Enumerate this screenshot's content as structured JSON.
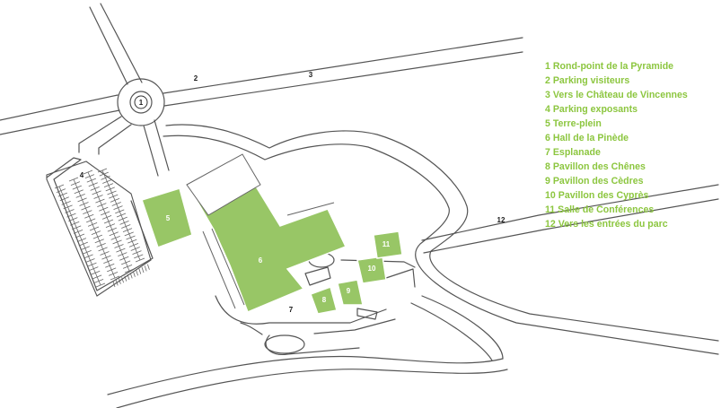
{
  "map": {
    "markers": [
      {
        "id": "1"
      },
      {
        "id": "2"
      },
      {
        "id": "3"
      },
      {
        "id": "4"
      },
      {
        "id": "5"
      },
      {
        "id": "6"
      },
      {
        "id": "7"
      },
      {
        "id": "8"
      },
      {
        "id": "9"
      },
      {
        "id": "10"
      },
      {
        "id": "11"
      },
      {
        "id": "12"
      }
    ]
  },
  "legend": {
    "items": [
      {
        "num": "1",
        "label": "Rond-point de la Pyramide"
      },
      {
        "num": "2",
        "label": "Parking visiteurs"
      },
      {
        "num": "3",
        "label": "Vers le Château de Vincennes"
      },
      {
        "num": "4",
        "label": "Parking exposants"
      },
      {
        "num": "5",
        "label": "Terre-plein"
      },
      {
        "num": "6",
        "label": "Hall de la Pinède"
      },
      {
        "num": "7",
        "label": "Esplanade"
      },
      {
        "num": "8",
        "label": "Pavillon des Chênes"
      },
      {
        "num": "9",
        "label": "Pavillon des Cèdres"
      },
      {
        "num": "10",
        "label": "Pavillon des Cyprès"
      },
      {
        "num": "11",
        "label": "Salle de Conférences"
      },
      {
        "num": "12",
        "label": "Vers les entrées du parc"
      }
    ]
  },
  "colors": {
    "green_area": "#98c666",
    "legend_text": "#8cc63f",
    "road_line": "#555555"
  }
}
